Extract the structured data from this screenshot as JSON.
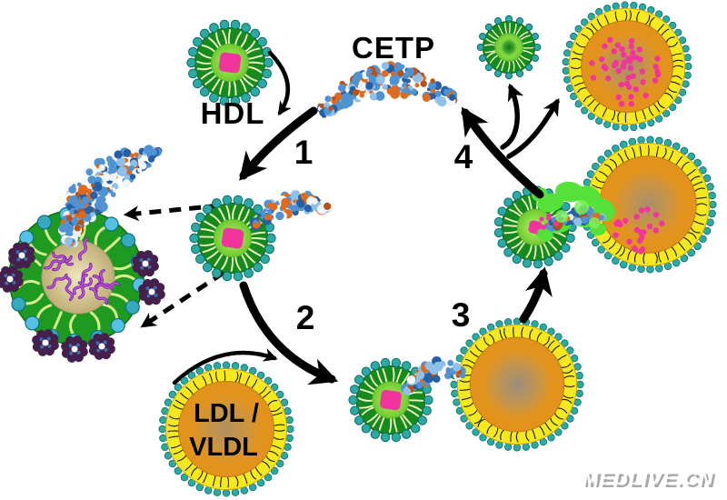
{
  "labels": {
    "hdl": "HDL",
    "cetp": "CETP",
    "ldl_line1": "LDL /",
    "ldl_line2": "VLDL",
    "step1": "1",
    "step2": "2",
    "step3": "3",
    "step4": "4",
    "watermark": "MEDLIVE.CN"
  },
  "colors": {
    "background": "#ffffff",
    "arrow": "#000000",
    "label_text": "#000000",
    "hdl_ring_green": "#168a1d",
    "hdl_tick": "#eef7c0",
    "hdl_inner_green": "#8fdb4a",
    "core_pink": "#f2359c",
    "bead_teal": "#2ba9a2",
    "bead_teal_dark": "#0e6f6e",
    "ldl_yellow": "#f6e81e",
    "ldl_tick": "#1d1d00",
    "ldl_orange": "#e2931c",
    "ldl_gray": "#8a95a5",
    "cetp_blue1": "#4f93d2",
    "cetp_blue2": "#275fa5",
    "cetp_blue3": "#8fc0ea",
    "cetp_orange1": "#e06b1f",
    "cetp_orange2": "#b9521a",
    "cetp_white": "#f2f6fa",
    "bridge_green": "#55e03a",
    "bridge_green_light": "#7ef05a",
    "enlarged_green": "#1d9a1f",
    "enlarged_tick": "#d6ef8c",
    "enlarged_core_tan": "#c9bc8b",
    "squiggle_purple": "#a02fc0",
    "rosette_purple": "#46204d",
    "rosette_blue": "#3b6fb5",
    "watermark_fill": "#ffffff",
    "watermark_shadow": "#a8a8a8"
  }
}
